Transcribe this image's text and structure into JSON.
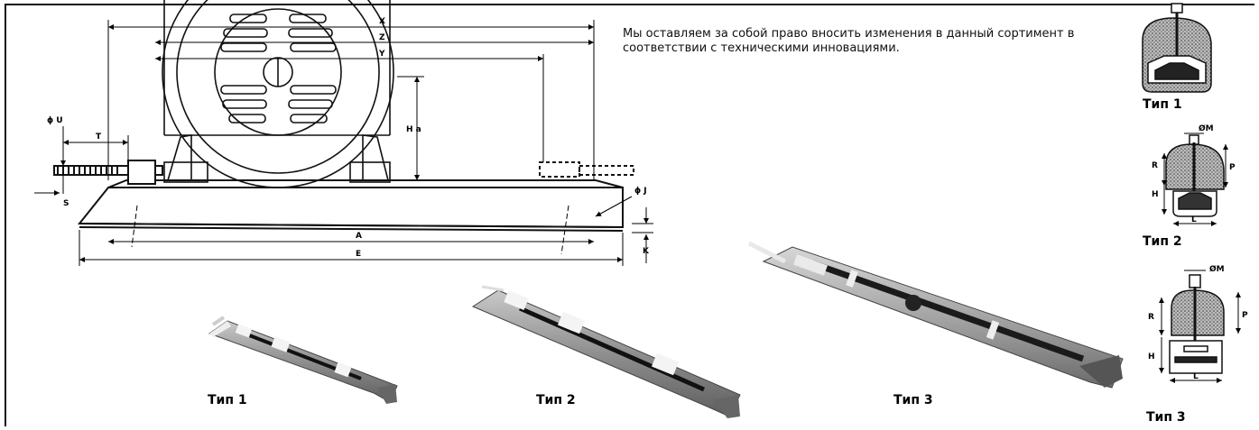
{
  "notice": "Мы оставляем за собой право вносить изменения в данный сортимент в соответствии с техническими инновациями.",
  "main_drawing": {
    "dims": {
      "x": "X",
      "z": "Z",
      "y": "Y",
      "ha": "H a",
      "u": "ϕ U",
      "t": "T",
      "s": "S",
      "j": "ϕ J",
      "a": "A",
      "e": "E",
      "k": "K"
    }
  },
  "side_drawings": {
    "type1": {
      "caption": "Тип 1"
    },
    "type2": {
      "caption": "Тип 2",
      "dims": {
        "m": "ØM",
        "r": "R",
        "h": "H",
        "p": "P",
        "l": "L"
      }
    },
    "type3": {
      "caption": "Тип 3",
      "dims": {
        "m": "ØM",
        "r": "R",
        "h": "H",
        "p": "P",
        "l": "L"
      }
    }
  },
  "photos": [
    {
      "caption": "Тип 1"
    },
    {
      "caption": "Тип 2"
    },
    {
      "caption": "Тип 3"
    }
  ]
}
